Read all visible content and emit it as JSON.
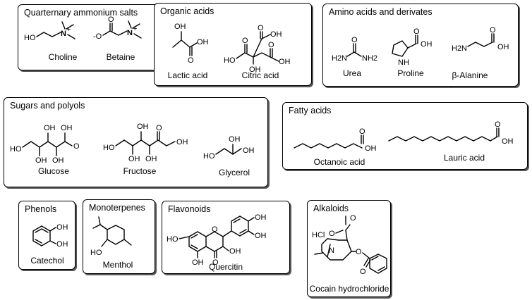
{
  "categories": [
    {
      "title": "Quarternary ammonium salts",
      "compounds": [
        "Choline",
        "Betaine"
      ]
    },
    {
      "title": "Organic acids",
      "compounds": [
        "Lactic acid",
        "Citric acid"
      ]
    },
    {
      "title": "Amino acids and derivates",
      "compounds": [
        "Urea",
        "Proline",
        "β-Alanine"
      ]
    },
    {
      "title": "Sugars and polyols",
      "compounds": [
        "Glucose",
        "Fructose",
        "Glycerol"
      ]
    },
    {
      "title": "Fatty acids",
      "compounds": [
        "Octanoic acid",
        "Lauric acid"
      ]
    },
    {
      "title": "Phenols",
      "compounds": [
        "Catechol"
      ]
    },
    {
      "title": "Monoterpenes",
      "compounds": [
        "Menthol"
      ]
    },
    {
      "title": "Flavonoids",
      "compounds": [
        "Quercitin"
      ]
    },
    {
      "title": "Alkaloids",
      "compounds": [
        "Cocain hydrochloride"
      ]
    }
  ],
  "atom_labels": {
    "HO": "HO",
    "OH": "OH",
    "O": "O",
    "O_minus": "-O",
    "N_plus": "N+",
    "H2N": "H2N",
    "NH2": "NH2",
    "NH": "NH",
    "N": "N",
    "HCl": "HCl"
  }
}
